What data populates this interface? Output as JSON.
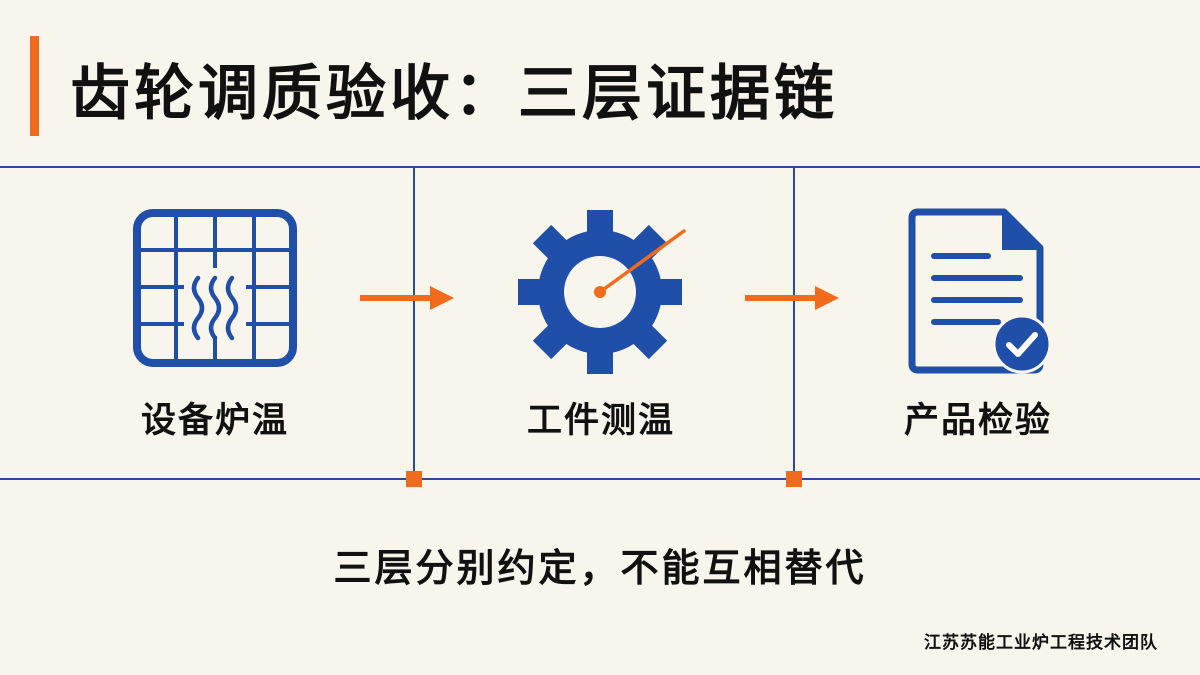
{
  "title": "齿轮调质验收：三层证据链",
  "steps": [
    {
      "label": "设备炉温",
      "icon": "furnace-grid-heat-icon"
    },
    {
      "label": "工件测温",
      "icon": "gear-thermometer-icon"
    },
    {
      "label": "产品检验",
      "icon": "document-check-icon"
    }
  ],
  "subtitle": "三层分别约定，不能互相替代",
  "footer": "江苏苏能工业炉工程技术团队",
  "colors": {
    "background": "#f8f5ec",
    "accent": "#f26b1d",
    "primary": "#1f4fa8",
    "line": "#2a4a9a",
    "text": "#111111"
  }
}
